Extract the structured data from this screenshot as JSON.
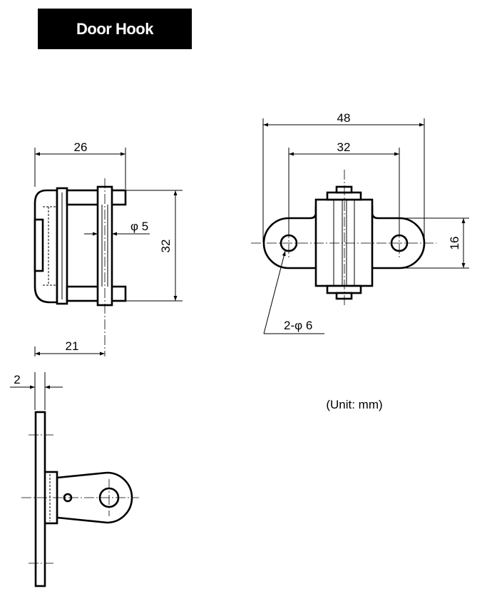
{
  "title": "Door Hook",
  "unit_note": "(Unit: mm)",
  "dimensions": {
    "front_width": "26",
    "front_height": "32",
    "pin_diameter": "φ 5",
    "front_offset": "21",
    "plate_thickness": "2",
    "top_overall_width": "48",
    "top_hole_pitch": "32",
    "top_depth": "16",
    "top_holes": "2-φ 6"
  }
}
